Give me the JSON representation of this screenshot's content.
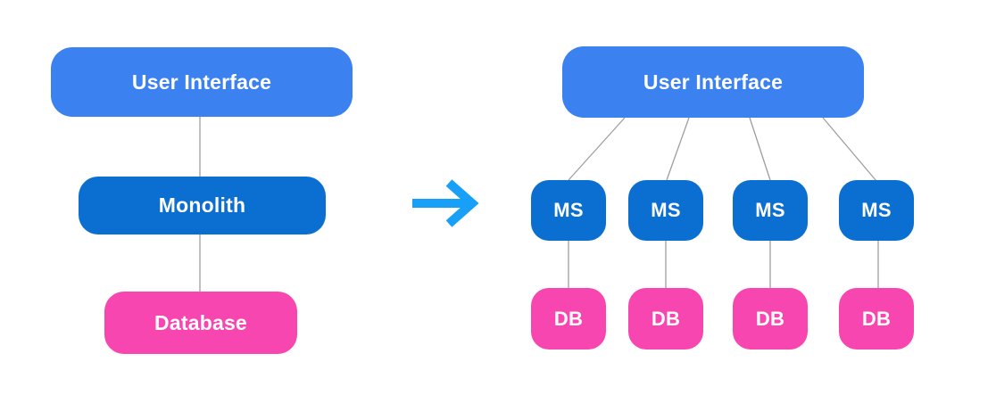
{
  "title": "Monolith to Microservices architecture diagram",
  "colors": {
    "light_blue": "#3B82F0",
    "dark_blue": "#0B6FD1",
    "pink": "#F846B0",
    "arrow_blue": "#18A0F8",
    "line_gray": "#9E9E9E",
    "text_white": "#FFFFFF"
  },
  "left_column": {
    "ui_label": "User Interface",
    "monolith_label": "Monolith",
    "database_label": "Database"
  },
  "arrow": {
    "glyph": "right-arrow",
    "meaning": "transformation from monolith to microservices"
  },
  "right_column": {
    "ui_label": "User Interface",
    "ms_labels": [
      "MS",
      "MS",
      "MS",
      "MS"
    ],
    "db_labels": [
      "DB",
      "DB",
      "DB",
      "DB"
    ]
  }
}
